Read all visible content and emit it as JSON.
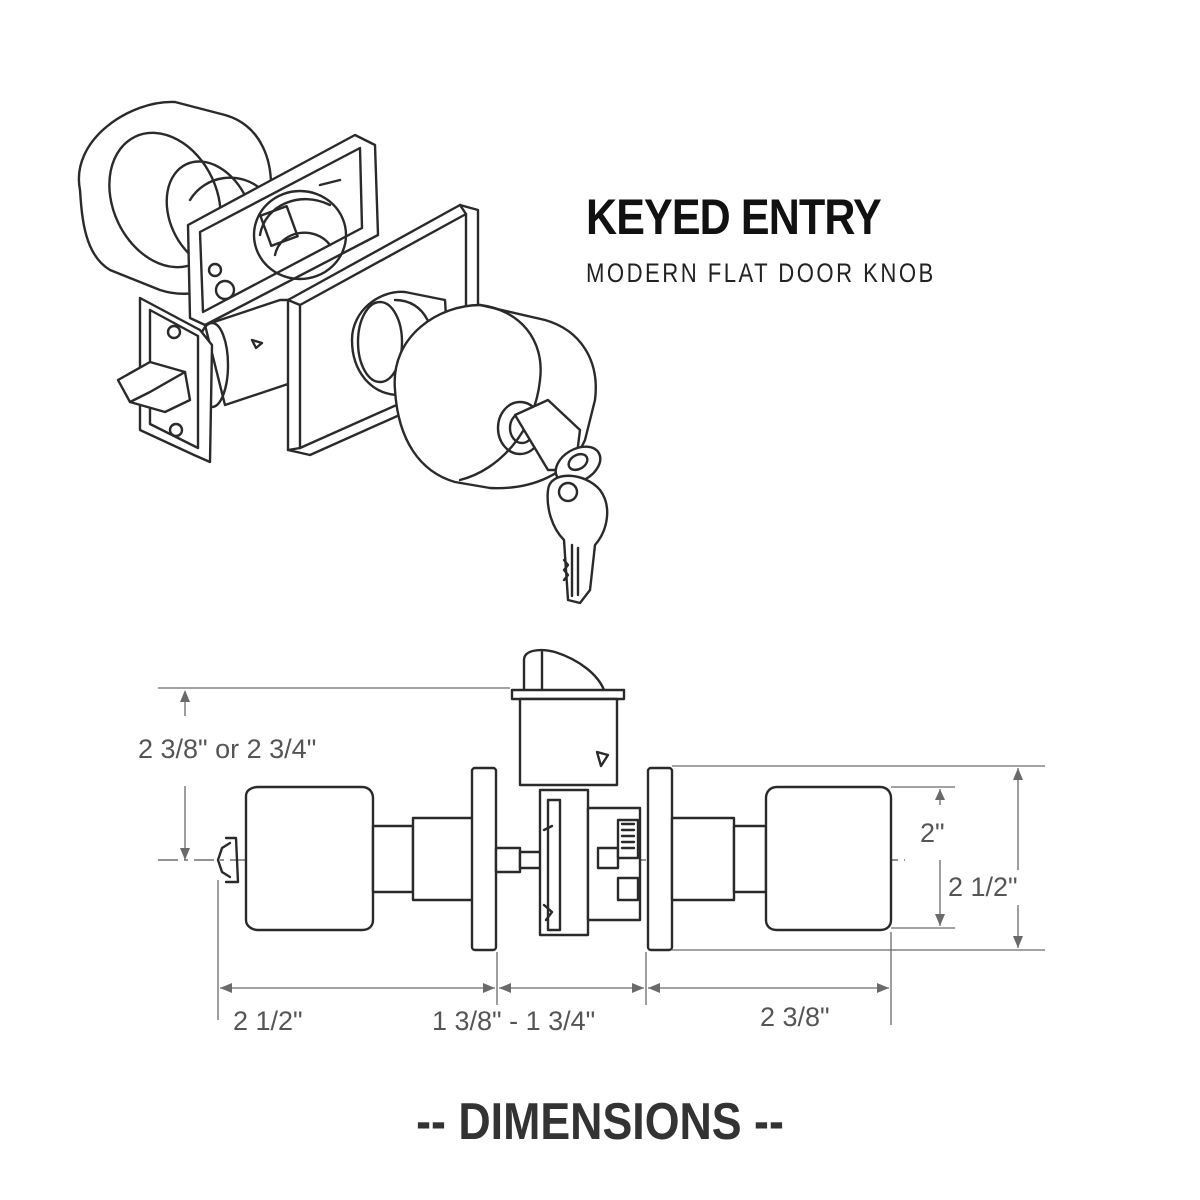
{
  "title": "KEYED ENTRY",
  "subtitle": "MODERN FLAT DOOR KNOB",
  "footer": "-- DIMENSIONS --",
  "dimensions": {
    "backset": "2 3/8\" or 2 3/4\"",
    "knob_projection_left": "2 1/2\"",
    "door_thickness": "1 3/8\" - 1 3/4\"",
    "knob_projection_right": "2 3/8\"",
    "knob_diameter": "2\"",
    "rose_diameter": "2 1/2\""
  },
  "icons": [
    "lock-exploded-illustration",
    "key-icon",
    "latch-icon"
  ]
}
